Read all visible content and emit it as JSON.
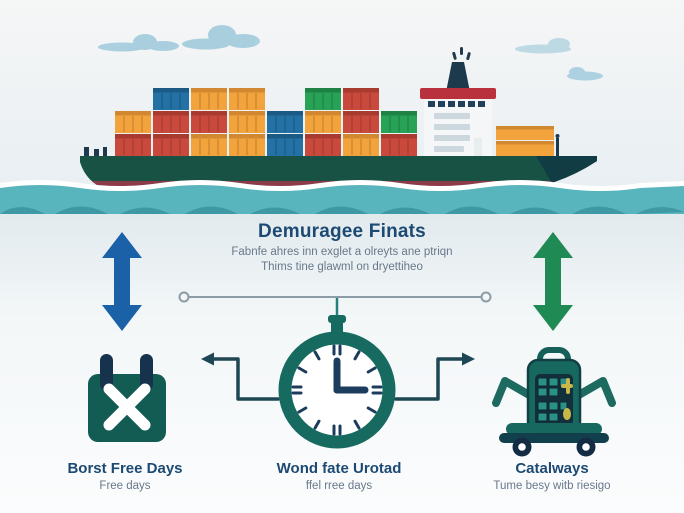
{
  "header": {
    "title": "Demuragee Finats",
    "subtitle_line1": "Fabnfe ahres inn exglet a olreyts ane ptriqn",
    "subtitle_line2": "Thims tine glawml on dryettiheo"
  },
  "items": [
    {
      "label": "Borst Free Days",
      "sublabel": "Free days",
      "icon": "calendar-x-icon",
      "arrow": "blue-double-vertical-arrow"
    },
    {
      "label": "Wond fate Urotad",
      "sublabel": "ffel rree days",
      "icon": "stopwatch-icon"
    },
    {
      "label": "Catalways",
      "sublabel": "Tume besy witb riesigo",
      "icon": "port-machine-icon",
      "arrow": "green-double-vertical-arrow"
    }
  ],
  "illustration": {
    "scene": "container-ship-on-water",
    "icons": [
      "container-ship-icon",
      "cloud-icon",
      "calendar-x-icon",
      "stopwatch-icon",
      "port-machine-icon"
    ]
  },
  "ship": {
    "container_rows": [
      [
        "",
        "blue",
        "orange",
        "orange",
        "",
        "green",
        "red",
        ""
      ],
      [
        "orange",
        "red",
        "red",
        "orange",
        "blue",
        "orange",
        "red",
        "green"
      ],
      [
        "red",
        "red",
        "orange",
        "orange",
        "blue",
        "red",
        "orange",
        "red"
      ]
    ]
  },
  "colors": {
    "title_navy": "#1d4a73",
    "text_gray": "#68788a",
    "teal_icon": "#17695f",
    "navy_detail": "#1c3c5e",
    "blue_arrow": "#1a61a7",
    "green_arrow": "#208a55",
    "water_teal": "#58b5bd",
    "water_wave_dark": "#3f99a4",
    "hull_green": "#175244",
    "hull_stripe_red": "#8d3a49",
    "red": "#c94a3d",
    "orange": "#f2a33c",
    "blue": "#2371a5",
    "green": "#27a257",
    "cloud_blue": "#a6cede"
  }
}
